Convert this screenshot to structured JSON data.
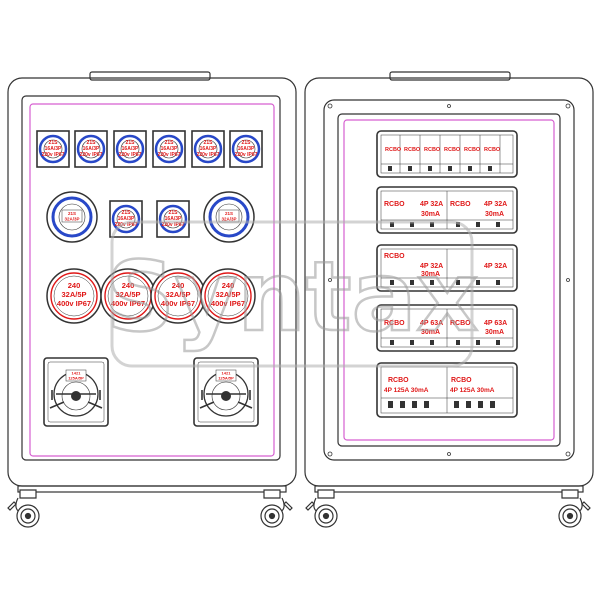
{
  "colors": {
    "outline": "#333333",
    "label_red": "#e01818",
    "inner_pink": "#d65fd0",
    "socket_blue": "#2848c8",
    "watermark": "#b0b0b0"
  },
  "left_cabinet": {
    "small_sockets": [
      {
        "l1": "21S",
        "l2": "16A/3P",
        "l3": "220v IP67"
      },
      {
        "l1": "21S",
        "l2": "16A/3P",
        "l3": "220v IP67"
      },
      {
        "l1": "21S",
        "l2": "16A/3P",
        "l3": "220v IP67"
      },
      {
        "l1": "21S",
        "l2": "16A/3P",
        "l3": "220v IP67"
      },
      {
        "l1": "21S",
        "l2": "16A/3P",
        "l3": "220v IP67"
      },
      {
        "l1": "21S",
        "l2": "16A/3P",
        "l3": "220v IP67"
      }
    ],
    "mid_large_sockets": [
      {
        "l1": "21S",
        "l2": "32A/3P"
      },
      {
        "l1": "21S",
        "l2": "32A/3P"
      }
    ],
    "mid_small_sockets": [
      {
        "l1": "21S",
        "l2": "16A/3P",
        "l3": "220v IP67"
      },
      {
        "l1": "21S",
        "l2": "16A/3P",
        "l3": "220v IP67"
      }
    ],
    "round_sockets": [
      {
        "l1": "240",
        "l2": "32A/5P",
        "l3": "400v IP67"
      },
      {
        "l1": "240",
        "l2": "32A/5P",
        "l3": "400v IP67"
      },
      {
        "l1": "240",
        "l2": "32A/5P",
        "l3": "400v IP67"
      },
      {
        "l1": "240",
        "l2": "32A/5P",
        "l3": "400v IP67"
      }
    ],
    "big_sockets": [
      {
        "l1": "1421",
        "l2": "125A/5P"
      },
      {
        "l1": "1421",
        "l2": "125A/5P"
      }
    ]
  },
  "right_cabinet": {
    "breaker_rows": [
      {
        "labels": [
          "RCBO",
          "RCBO",
          "RCBO",
          "RCBO",
          "RCBO",
          "RCBO"
        ]
      },
      {
        "labels": [
          "RCBO",
          "4P 32A",
          "30mA",
          "RCBO",
          "4P 32A",
          "30mA"
        ]
      },
      {
        "labels": [
          "RCBO",
          "4P 32A",
          "30mA",
          "4P 32A"
        ]
      },
      {
        "labels": [
          "RCBO",
          "4P 63A",
          "30mA",
          "RCBO",
          "4P 63A",
          "30mA"
        ]
      },
      {
        "labels": [
          "RCBO",
          "RCBO",
          "4P 125A 30mA",
          "4P 125A 30mA"
        ]
      }
    ]
  },
  "watermark": {
    "text": "Syntax"
  }
}
